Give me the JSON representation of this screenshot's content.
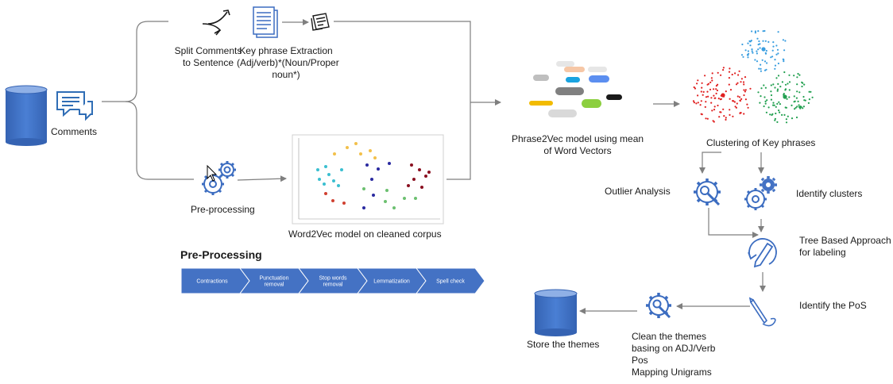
{
  "nodes": {
    "comments": "Comments",
    "split": [
      "Split Comments",
      "to Sentence"
    ],
    "keyphrase": [
      "Key phrase Extraction",
      "(Adj/verb)*(Noun/Proper",
      "noun*)"
    ],
    "preprocessing": "Pre-processing",
    "word2vec": "Word2Vec model on cleaned corpus",
    "phrase2vec": [
      "Phrase2Vec model using mean",
      "of Word Vectors"
    ],
    "clustering": "Clustering of Key phrases",
    "outlier": "Outlier Analysis",
    "identify_clusters": "Identify clusters",
    "tree": [
      "Tree Based Approach",
      "for labeling"
    ],
    "pos": "Identify the PoS",
    "clean": [
      "Clean the themes",
      "basing on ADJ/Verb",
      "Pos",
      "Mapping Unigrams"
    ],
    "store": "Store the themes"
  },
  "preprocessing_section": {
    "title": "Pre-Processing",
    "steps": [
      [
        "Contractions"
      ],
      [
        "Punctuation",
        "removal"
      ],
      [
        "Stop words",
        "removal"
      ],
      [
        "Lemmatization"
      ],
      [
        "Spell check"
      ]
    ]
  },
  "colors": {
    "accent": "#4472c4",
    "line": "#7f7f7f",
    "chevron": "#4472c4",
    "cluster_red": "#e02020",
    "cluster_green": "#22a050",
    "cluster_blue": "#3a9ee0"
  }
}
